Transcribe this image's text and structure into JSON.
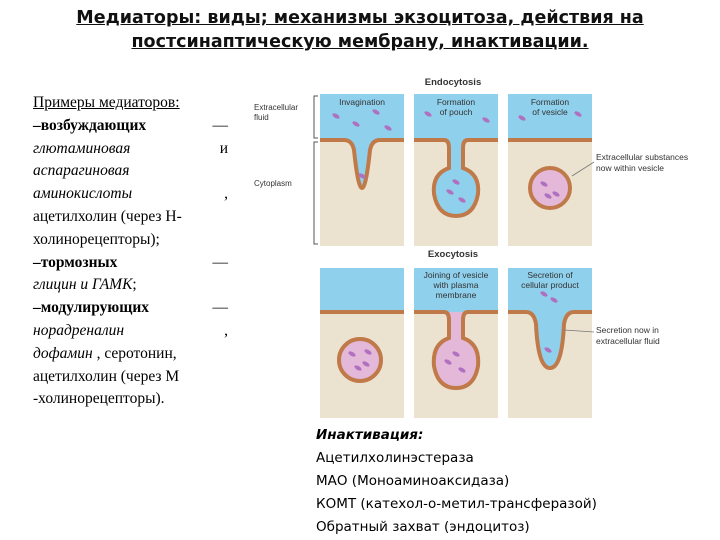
{
  "slide": {
    "title_line1": "Медиаторы: виды; механизмы экзоцитоза, действия на",
    "title_line2": "постсинаптическую мембрану, инактивации."
  },
  "mediators": {
    "heading": "Примеры медиаторов:",
    "excitatory_label": "–возбуждающих",
    "excitatory_dash": "—",
    "excitatory_ex1_a": "глютаминовая",
    "excitatory_ex1_b": "и",
    "excitatory_ex2": "аспарагиновая",
    "excitatory_ex3": "аминокислоты",
    "comma": ",",
    "excitatory_ex4_a": "ацетилхолин (через Н-",
    "excitatory_ex4_b": "холинорецепторы);",
    "inhibitory_label": "–тормозных",
    "inhibitory_dash": "—",
    "inhibitory_ex_a": "глицин и ГАМК",
    "inhibitory_ex_b": ";",
    "modulating_label": "–модулирующих",
    "modulating_dash": "—",
    "modulating_ex1": "норадреналин",
    "modulating_ex2_a": "дофамин",
    "modulating_ex2_b": " , серотонин,",
    "modulating_ex3_a": "ацетилхолин (через М",
    "modulating_ex3_b": "-холинорецепторы)."
  },
  "diagram": {
    "endo_title": "Endocytosis",
    "endo_step1": "Invagination",
    "endo_step2a": "Formation",
    "endo_step2b": "of pouch",
    "endo_step3a": "Formation",
    "endo_step3b": "of vesicle",
    "label_extra_a": "Extracellular",
    "label_extra_b": "fluid",
    "label_cyto": "Cytoplasm",
    "label_right1a": "Extracellular substances",
    "label_right1b": "now within vesicle",
    "exo_title": "Exocytosis",
    "exo_step1a": "Joining of vesicle",
    "exo_step1b": "with plasma",
    "exo_step1c": "membrane",
    "exo_step2a": "Secretion of",
    "exo_step2b": "cellular product",
    "label_right2a": "Secretion now in",
    "label_right2b": "extracellular fluid",
    "colors": {
      "fluid": "#8fd0ec",
      "cytoplasm": "#ebe3d0",
      "membrane": "#c07a4a",
      "particle": "#b070c0",
      "vesicle_fill": "#e4b8d8"
    }
  },
  "inactivation": {
    "heading": "Инактивация:",
    "item1": "Ацетилхолинэстераза",
    "item2": "МАО (Моноаминоаксидаза)",
    "item3": "КОМТ (катехол-о-метил-трансферазой)",
    "item4": "Обратный захват (эндоцитоз)"
  }
}
